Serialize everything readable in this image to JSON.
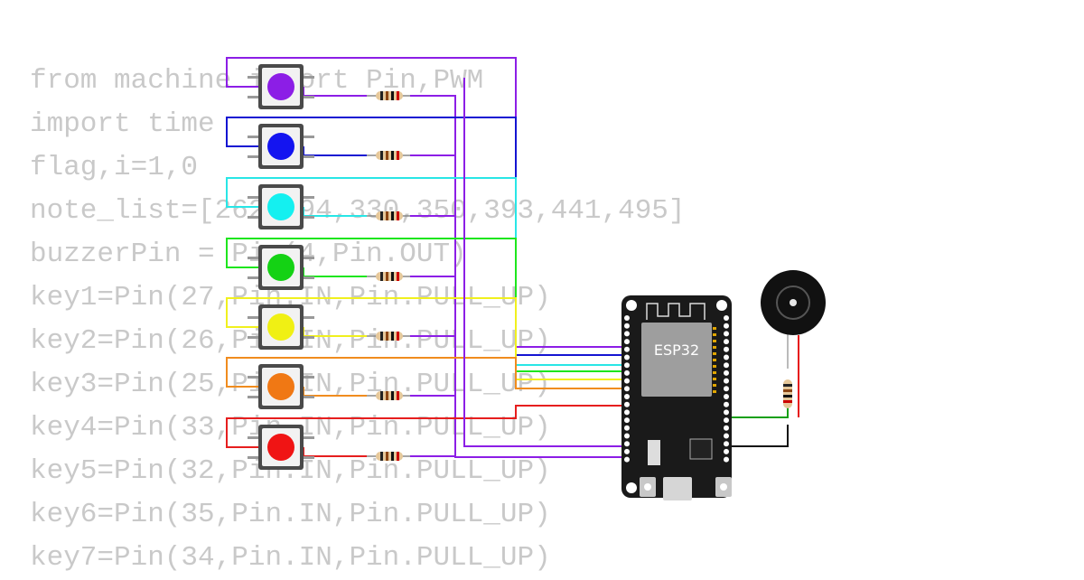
{
  "code_lines": [
    "from machine import Pin,PWM",
    "import time",
    "flag,i=1,0",
    "note_list=[262,294,330,350,393,441,495]",
    "buzzerPin = Pin(4,Pin.OUT)",
    "key1=Pin(27,Pin.IN,Pin.PULL_UP)",
    "key2=Pin(26,Pin.IN,Pin.PULL_UP)",
    "key3=Pin(25,Pin.IN,Pin.PULL_UP)",
    "key4=Pin(33,Pin.IN,Pin.PULL_UP)",
    "key5=Pin(32,Pin.IN,Pin.PULL_UP)",
    "key6=Pin(35,Pin.IN,Pin.PULL_UP)",
    "key7=Pin(34,Pin.IN,Pin.PULL_UP)"
  ],
  "board": {
    "label": "ESP32"
  },
  "buttons": [
    {
      "cap_color": "#8c1ee6",
      "wire_color": "#8c1ee6"
    },
    {
      "cap_color": "#1414f0",
      "wire_color": "#1414d2"
    },
    {
      "cap_color": "#14f0f0",
      "wire_color": "#28e6e6"
    },
    {
      "cap_color": "#14d214",
      "wire_color": "#1ee61e"
    },
    {
      "cap_color": "#f0f014",
      "wire_color": "#f0f01e"
    },
    {
      "cap_color": "#f07814",
      "wire_color": "#f08c1e"
    },
    {
      "cap_color": "#f01414",
      "wire_color": "#e61e1e"
    }
  ],
  "colors": {
    "board": "#1a1a1a",
    "chip": "#9e9e9e",
    "buzzer": "#111111",
    "gnd_wire": "#8c1ee6",
    "buzzer_signal_wire": "#14a014",
    "buzzer_gnd_wire": "#111111",
    "buzzer_plus_wire": "#e61414"
  }
}
